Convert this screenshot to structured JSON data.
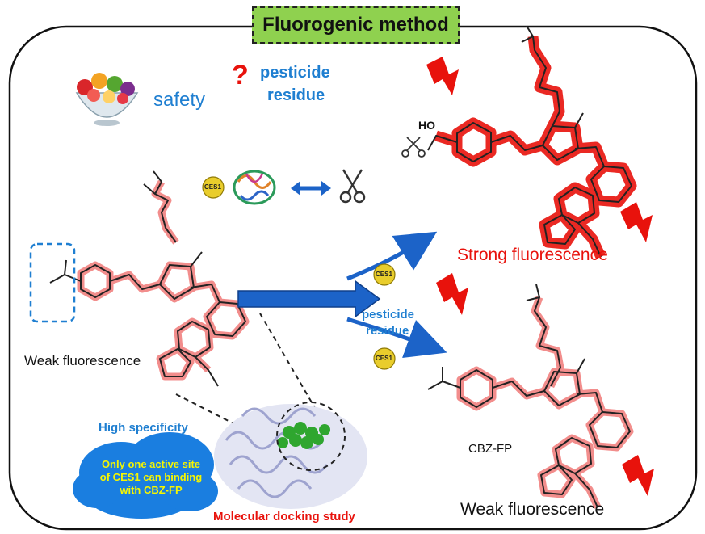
{
  "title": "Fluorogenic method",
  "top": {
    "safety": "safety",
    "question": "?",
    "pesticide_line1": "pesticide",
    "pesticide_line2": "residue"
  },
  "enzyme_badge": "CES1",
  "center_arrow": {
    "upper_badge": "CES1",
    "middle_line1": "pesticide",
    "middle_line2": "residue",
    "lower_badge": "CES1"
  },
  "molecules": {
    "left_label": "Weak fluorescence",
    "product_label": "Strong fluorescence",
    "product_group": "HO",
    "inhibited_label": "Weak fluorescence",
    "probe_name": "CBZ-FP"
  },
  "docking": {
    "specificity": "High specificity",
    "cloud_lines": [
      "Only one active site",
      "of CES1 can binding",
      "with CBZ-FP"
    ],
    "study_label": "Molecular docking study"
  },
  "colors": {
    "title_bg": "#8fd14f",
    "strong_red": "#e8120c",
    "glow_red": "#f07a78",
    "accent_blue": "#1f7fd1",
    "arrow_blue": "#1c63c8",
    "cloud_blue": "#1a7ee0",
    "badge_gold": "#e9cd2c",
    "docking_green": "#2fa62f",
    "protein_lavender": "#9ea3cf"
  },
  "icons": [
    "fruit-bowl-icon",
    "scissors-icon",
    "lightning-icon",
    "protein-icon",
    "double-arrow-icon"
  ]
}
